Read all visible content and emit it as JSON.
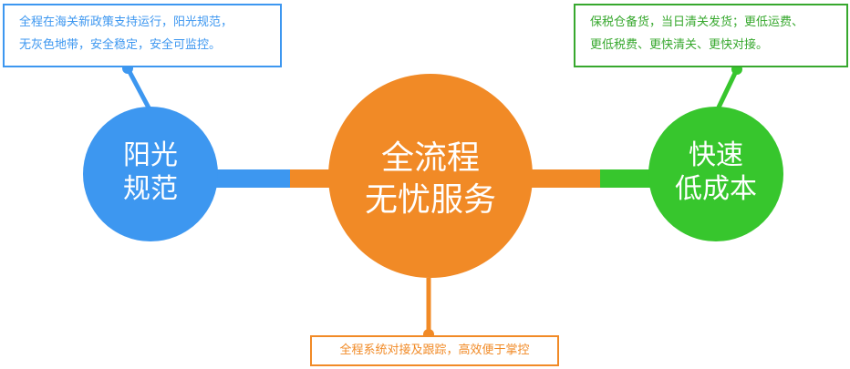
{
  "colors": {
    "blue": "#3d97f0",
    "orange": "#f18a26",
    "green": "#37c62d",
    "green_text": "#37a82e"
  },
  "center": {
    "line1": "全流程",
    "line2": "无忧服务"
  },
  "left": {
    "circle_line1": "阳光",
    "circle_line2": "规范",
    "box_line1": "全程在海关新政策支持运行，阳光规范，",
    "box_line2": "无灰色地带，安全稳定，安全可监控。"
  },
  "right": {
    "circle_line1": "快速",
    "circle_line2": "低成本",
    "box_line1": "保税仓备货，当日清关发货；更低运费、",
    "box_line2": "更低税费、更快清关、更快对接。"
  },
  "bottom": {
    "box_text": "全程系统对接及跟踪，高效便于掌控"
  }
}
